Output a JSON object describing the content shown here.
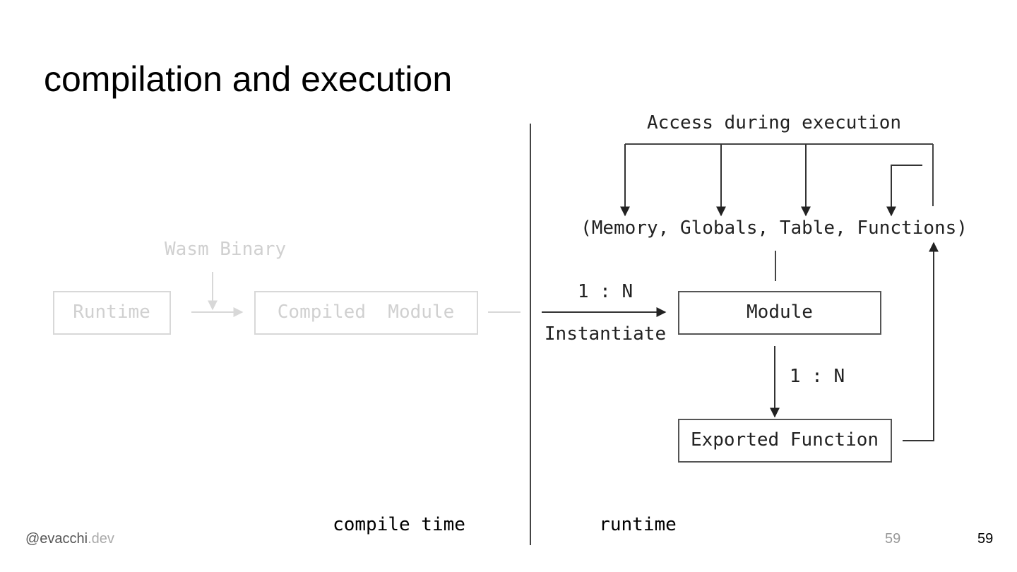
{
  "title": "compilation and execution",
  "compile_side": {
    "wasm_binary": "Wasm Binary",
    "runtime": "Runtime",
    "compiled_module": "Compiled  Module",
    "label": "compile time"
  },
  "runtime_side": {
    "access_label": "Access during execution",
    "components": "(Memory, Globals, Table, Functions)",
    "instantiate_ratio": "1 : N",
    "instantiate": "Instantiate",
    "module": "Module",
    "export_ratio": "1 : N",
    "exported_function": "Exported Function",
    "label": "runtime"
  },
  "footer": {
    "handle_main": "@evacchi",
    "handle_suffix": ".dev",
    "page_inner": "59",
    "page_outer": "59"
  },
  "colors": {
    "faded": "#d8d8d8",
    "ink": "#222222",
    "box_border": "#555555"
  }
}
